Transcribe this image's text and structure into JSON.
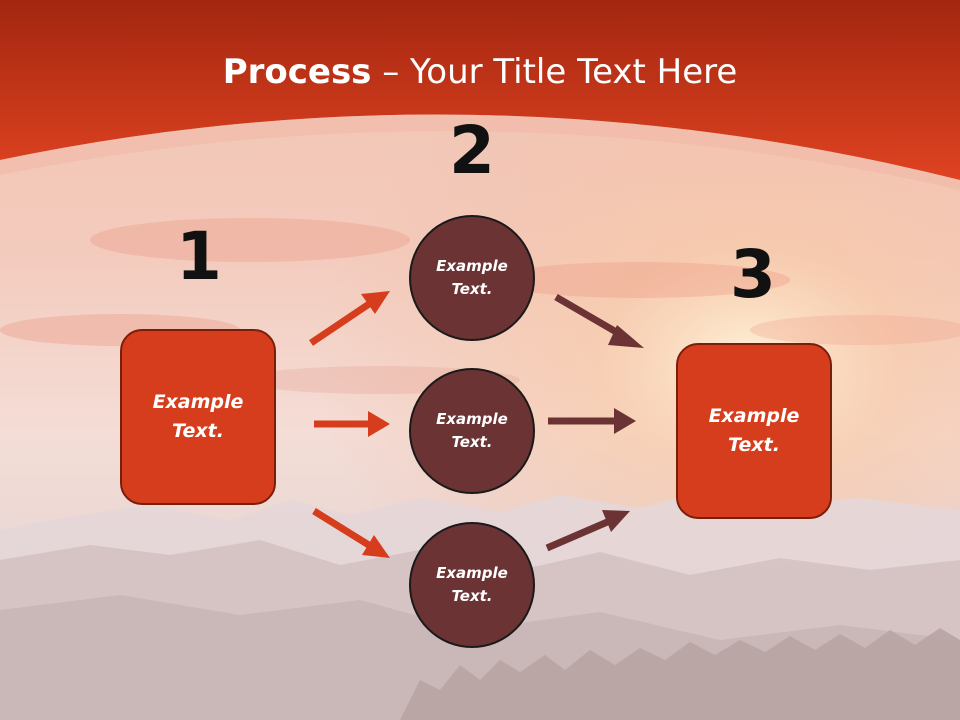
{
  "slide": {
    "title_bold": "Process",
    "title_rest": " – Your Title Text Here"
  },
  "numbers": {
    "one": "1",
    "two": "2",
    "three": "3"
  },
  "left_box": {
    "text": "Example Text."
  },
  "circles": [
    {
      "text": "Example Text."
    },
    {
      "text": "Example Text."
    },
    {
      "text": "Example Text."
    }
  ],
  "right_box": {
    "text": "Example Text."
  },
  "colors": {
    "header": "#d63d1c",
    "box_fill": "#d63d1c",
    "circle_fill": "#6b3334",
    "arrow_left": "#d63d1c",
    "arrow_right": "#6b3334"
  }
}
